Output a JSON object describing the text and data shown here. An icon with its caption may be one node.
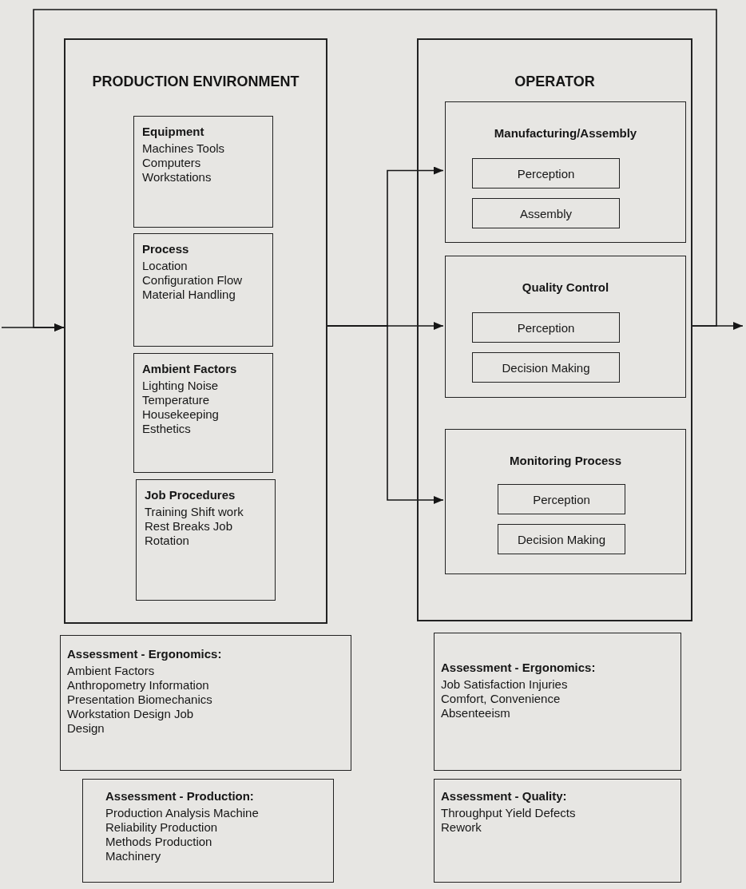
{
  "diagram": {
    "nodes": [
      {
        "text": [
          "PRODUCTION ENVIRONMENT"
        ]
      },
      {
        "text": [
          "Equipment",
          "Machines Tools Computers Workstations"
        ],
        "in": 0
      },
      {
        "text": [
          "Process",
          "Location Configuration Flow Material Handling"
        ],
        "in": 0
      },
      {
        "text": [
          "Ambient Factors",
          "Lighting Noise Temperature Housekeeping Esthetics"
        ],
        "in": 0
      },
      {
        "text": [
          "Job Procedures",
          "Training Shift work Rest Breaks Job Rotation"
        ],
        "in": 0
      },
      {
        "text": [
          "OPERATOR"
        ]
      },
      {
        "text": [
          "Manufacturing/Assembly"
        ],
        "in": 5
      },
      {
        "text": [
          "Perception"
        ],
        "in": 6
      },
      {
        "text": [
          "Assembly"
        ],
        "in": 6
      },
      {
        "text": [
          "Quality Control"
        ],
        "in": 5
      },
      {
        "text": [
          "Perception"
        ],
        "in": 9
      },
      {
        "text": [
          "Decision Making"
        ],
        "in": 9
      },
      {
        "text": [
          "Monitoring Process"
        ],
        "in": 5
      },
      {
        "text": [
          "Perception"
        ],
        "in": 12
      },
      {
        "text": [
          "Decision Making"
        ],
        "in": 12
      },
      {
        "text": [
          "Assessment - Ergonomics:",
          "Ambient Factors Anthropometry Information Presentation Biomechanics Workstation Design Job Design"
        ]
      },
      {
        "text": [
          "Assessment - Production:",
          "Production Analysis Machine Reliability Production Methods Production Machinery"
        ]
      },
      {
        "text": [
          "Assessment - Ergonomics:",
          "Job Satisfaction Injuries Comfort, Convenience Absenteeism"
        ]
      },
      {
        "text": [
          "Assessment - Quality:",
          "Throughput Yield Defects Rework"
        ]
      }
    ],
    "edges": [
      {
        "from": null,
        "to": 0,
        "arrow": "to"
      },
      {
        "from": 0,
        "to": 6,
        "arrow": "to"
      },
      {
        "from": 0,
        "to": 9,
        "arrow": "to"
      },
      {
        "from": 0,
        "to": 12,
        "arrow": "to"
      },
      {
        "from": 5,
        "to": null,
        "arrow": "to"
      },
      {
        "from": 5,
        "to": 0,
        "arrow": "to"
      }
    ]
  }
}
